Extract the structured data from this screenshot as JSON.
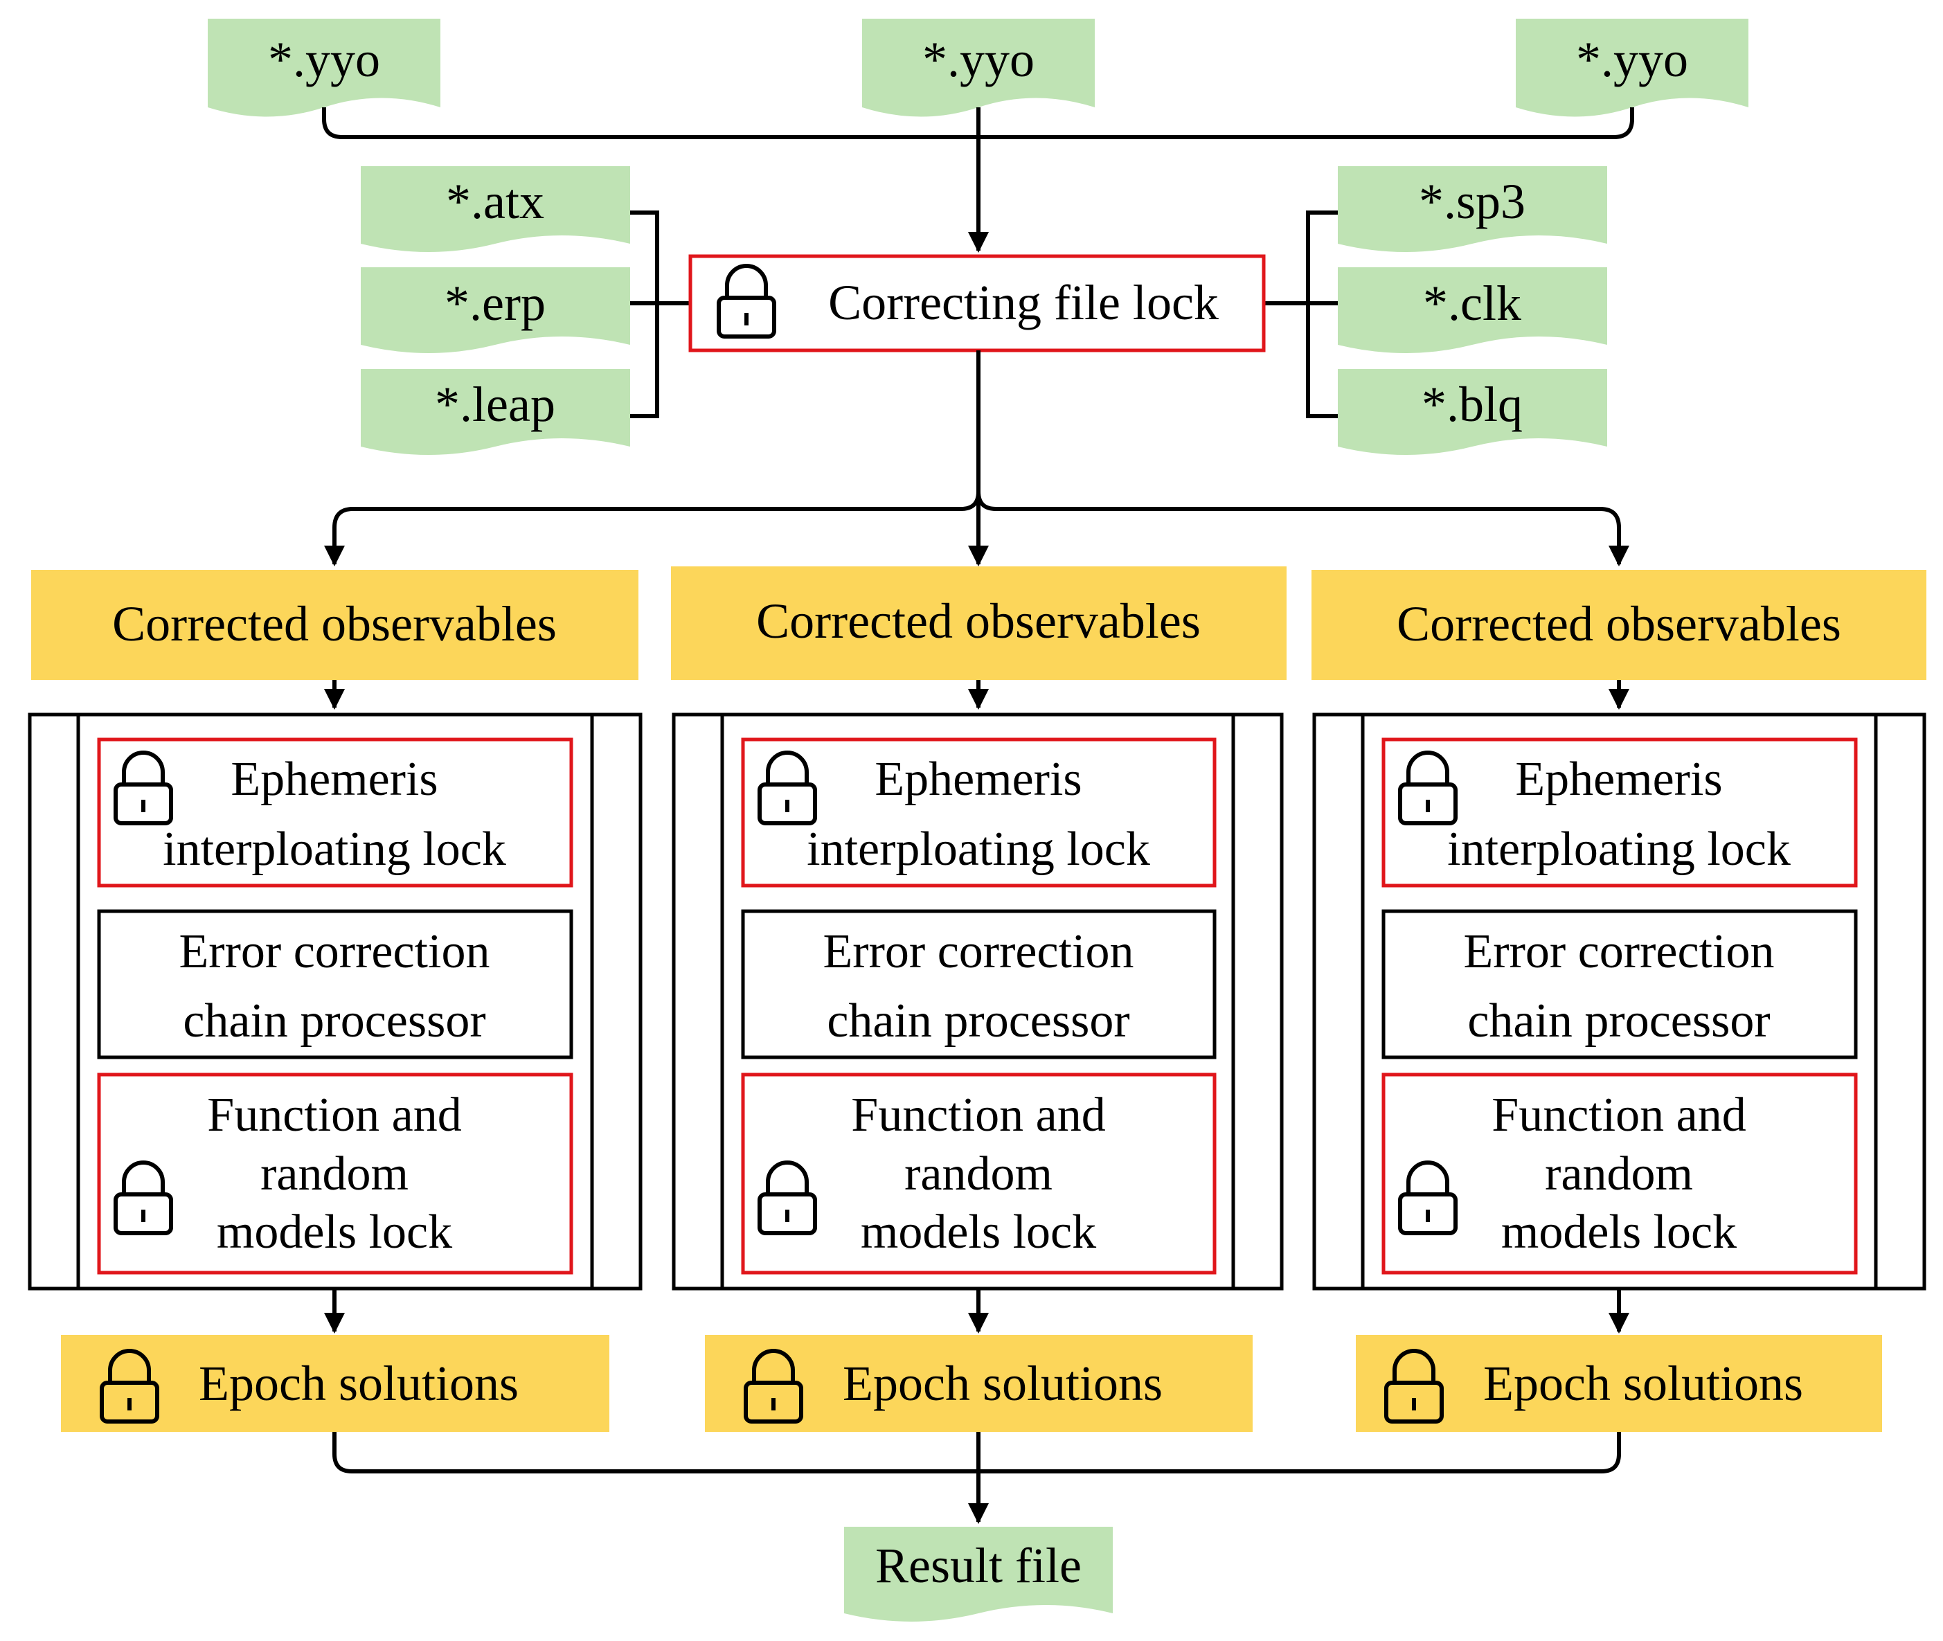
{
  "input_files": {
    "observation": [
      "*.yyo",
      "*.yyo",
      "*.yyo"
    ],
    "left": [
      "*.atx",
      "*.erp",
      "*.leap"
    ],
    "right": [
      "*.sp3",
      "*.clk",
      "*.blq"
    ]
  },
  "correcting_lock": "Correcting file lock",
  "columns": [
    {
      "corrected": "Corrected observables",
      "ephemeris": [
        "Ephemeris",
        "interploating lock"
      ],
      "error_chain": [
        "Error correction",
        "chain processor"
      ],
      "models": [
        "Function and",
        "random",
        "models lock"
      ],
      "epoch": "Epoch solutions"
    },
    {
      "corrected": "Corrected observables",
      "ephemeris": [
        "Ephemeris",
        "interploating lock"
      ],
      "error_chain": [
        "Error correction",
        "chain processor"
      ],
      "models": [
        "Function and",
        "random",
        "models lock"
      ],
      "epoch": "Epoch solutions"
    },
    {
      "corrected": "Corrected observables",
      "ephemeris": [
        "Ephemeris",
        "interploating lock"
      ],
      "error_chain": [
        "Error correction",
        "chain processor"
      ],
      "models": [
        "Function and",
        "random",
        "models lock"
      ],
      "epoch": "Epoch solutions"
    }
  ],
  "result": "Result file",
  "colors": {
    "file_fill": "#bfe3b4",
    "process_fill": "#fcd65a",
    "lock_border": "#e0161b",
    "line": "#000000"
  },
  "icons": [
    "lock-icon"
  ]
}
